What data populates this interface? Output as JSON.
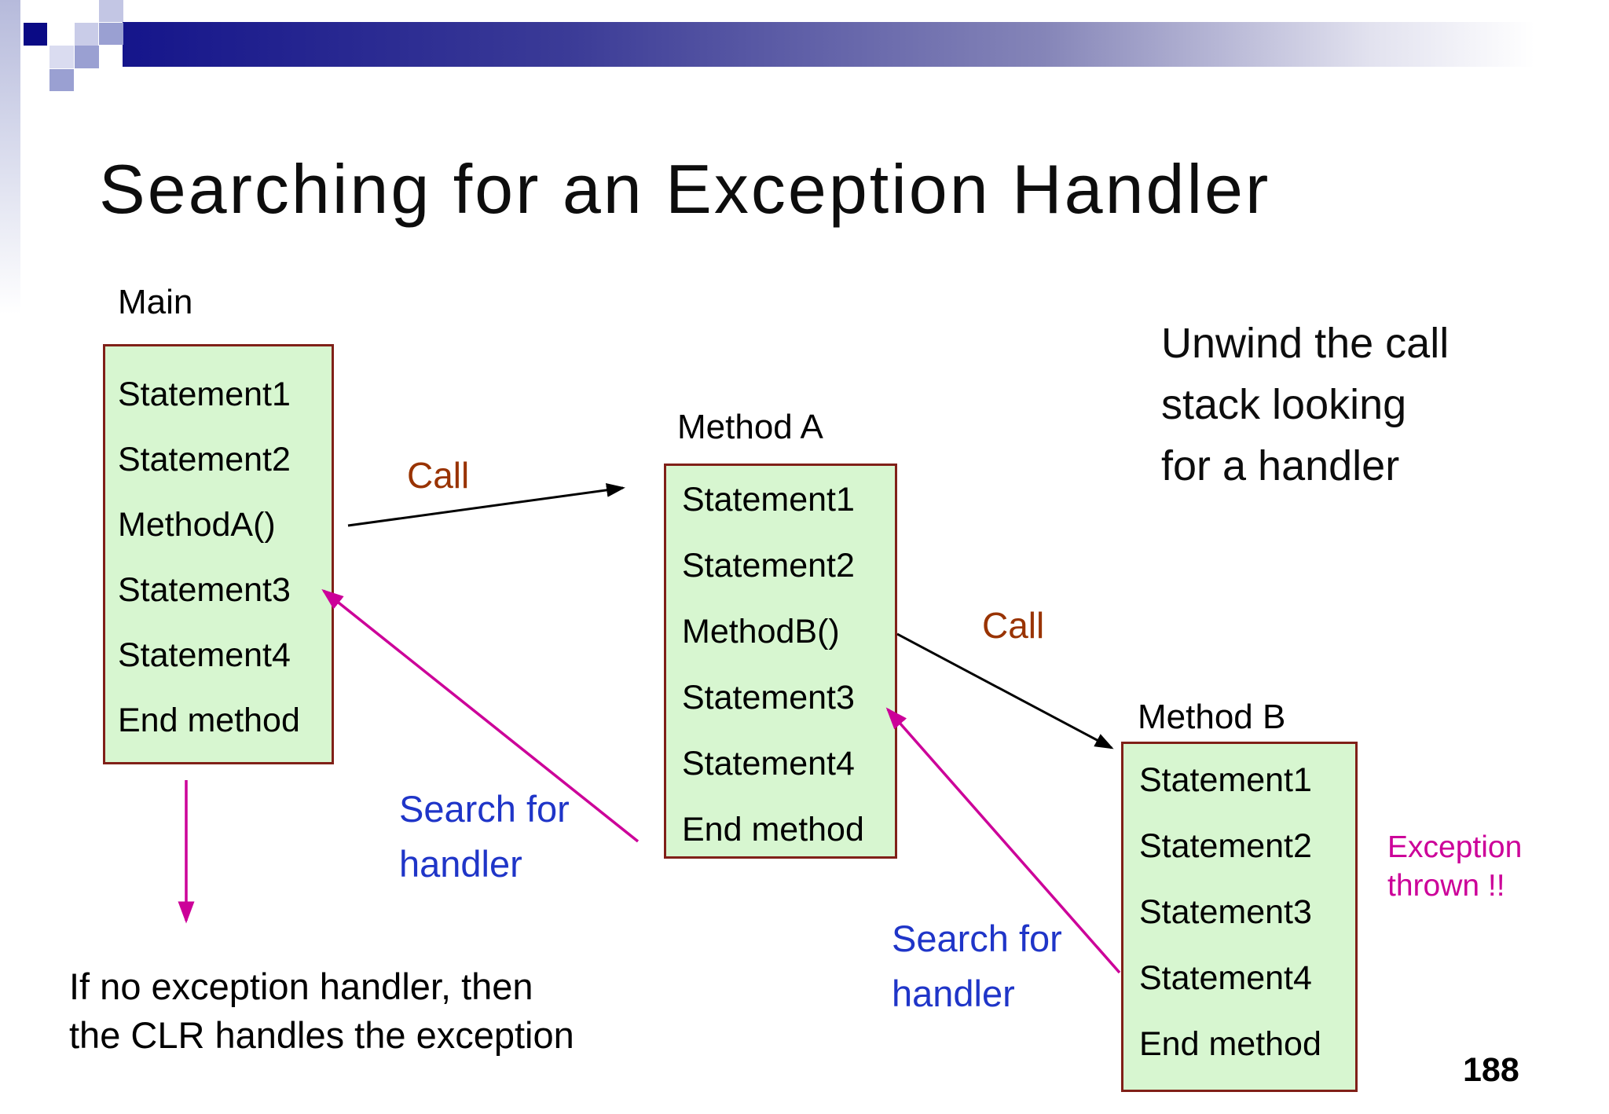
{
  "slide": {
    "title": "Searching for an Exception Handler",
    "page_number": "188",
    "unwind_note_lines": [
      "Unwind the call",
      "stack looking",
      "for a handler"
    ],
    "clr_note_lines": [
      "If no exception handler, then",
      "the CLR handles the exception"
    ],
    "exception_note_lines": [
      "Exception",
      "thrown !!"
    ]
  },
  "labels": {
    "call": "Call",
    "search_line1": "Search for",
    "search_line2": "handler"
  },
  "stacks": [
    {
      "name": "Main",
      "statements": [
        "Statement1",
        "Statement2",
        "MethodA()",
        "Statement3",
        "Statement4",
        "End method"
      ]
    },
    {
      "name": "Method A",
      "statements": [
        "Statement1",
        "Statement2",
        "MethodB()",
        "Statement3",
        "Statement4",
        "End method"
      ]
    },
    {
      "name": "Method B",
      "statements": [
        "Statement1",
        "Statement2",
        "Statement3",
        "Statement4",
        "End method"
      ]
    }
  ],
  "colors": {
    "accent_navy": "#15158b",
    "box_fill": "#d7f6d0",
    "box_border": "#802018",
    "magenta": "#cc0099",
    "blue": "#1f35c8",
    "call_red": "#993300"
  }
}
